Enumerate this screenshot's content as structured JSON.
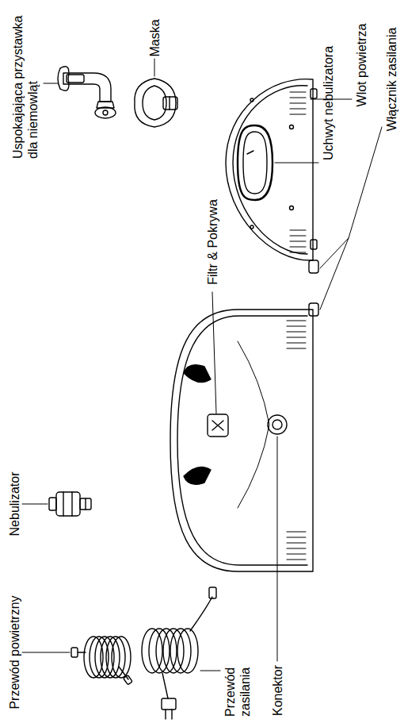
{
  "diagram": {
    "labels": [
      "Uspokajająca przystawka dla niemowląt",
      "Maska",
      "Nebulizator",
      "Przewód powietrzny",
      "Filtr & Pokrywa",
      "Przewód zasilania",
      "Konektor",
      "Uchwyt nebulizatora",
      "Wlot powietrza",
      "Włącznik zasilania"
    ]
  }
}
